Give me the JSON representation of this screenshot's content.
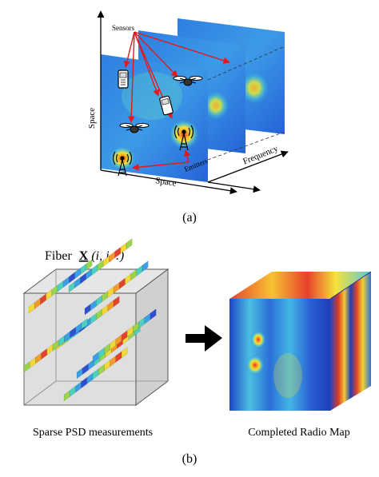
{
  "panel_a": {
    "label": "(a)",
    "axis_space_vertical": "Space",
    "axis_space_horizontal": "Space",
    "axis_frequency": "Frequency",
    "sensors_label": "Sensors",
    "emitters_label": "Emitters"
  },
  "panel_b": {
    "label": "(b)",
    "fiber_prefix": "Fiber",
    "fiber_symbol": "X",
    "fiber_indices": "(i, j, :)",
    "left_caption": "Sparse PSD measurements",
    "right_caption": "Completed Radio Map"
  },
  "colors": {
    "heatmap_blue": "#2a7bd8",
    "heatmap_deep": "#1d4fc9",
    "hotspot_red": "#e0301e",
    "hotspot_yellow": "#f3e236",
    "arrow_red": "#e31a1c",
    "cube_gray": "#d9d9d9"
  }
}
